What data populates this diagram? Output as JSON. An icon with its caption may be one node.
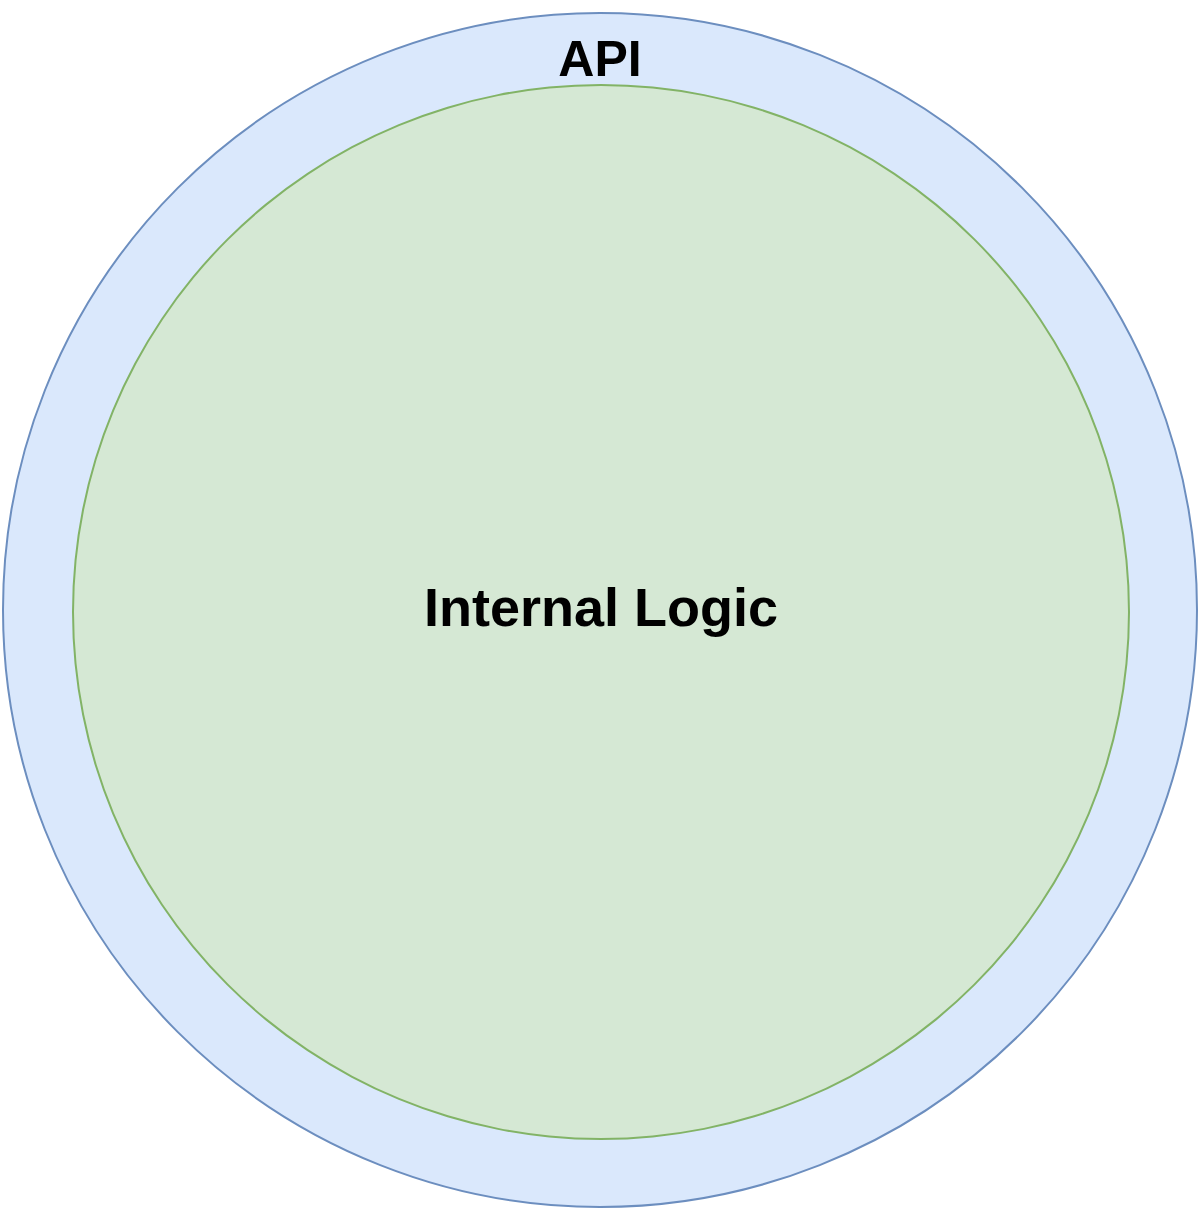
{
  "diagram": {
    "nodes": [
      {
        "text": [
          "API"
        ]
      },
      {
        "text": [
          "Internal Logic"
        ],
        "in": 0
      }
    ]
  }
}
